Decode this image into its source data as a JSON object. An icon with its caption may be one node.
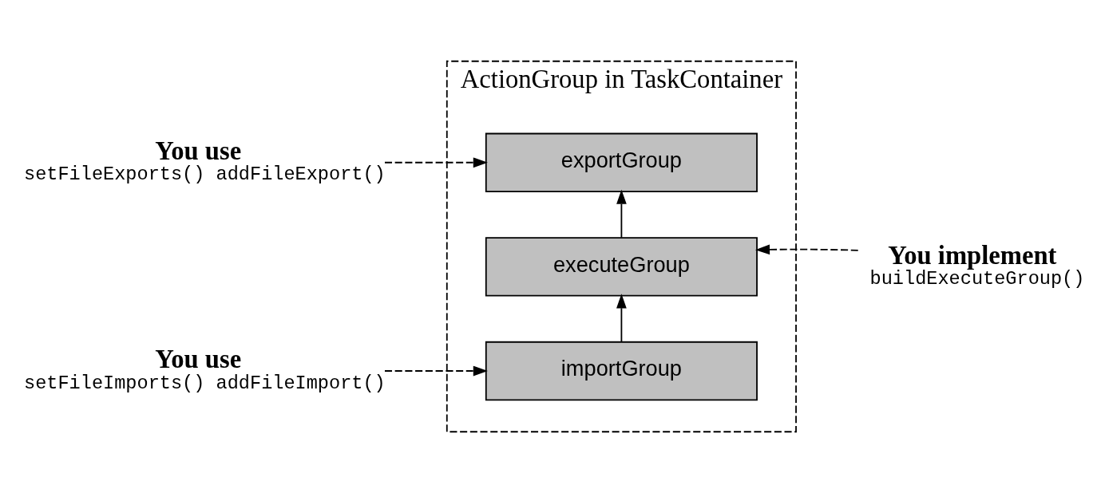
{
  "diagram": {
    "nodes": [
      {
        "text": [
          "ActionGroup in TaskContainer"
        ]
      },
      {
        "text": [
          "importGroup"
        ],
        "in": 0
      },
      {
        "text": [
          "executeGroup"
        ],
        "in": 0
      },
      {
        "text": [
          "exportGroup"
        ],
        "in": 0
      },
      {
        "text": [
          "You use",
          "setFileImports() addFileImport()"
        ]
      },
      {
        "text": [
          "You implement",
          "buildExecuteGroup()"
        ]
      },
      {
        "text": [
          "You use",
          "setFileExports() addFileExport()"
        ]
      }
    ],
    "edges": [
      {
        "from": 4,
        "to": 1,
        "arrow": "to",
        "style": "dashed"
      },
      {
        "from": 1,
        "to": 2,
        "arrow": "to"
      },
      {
        "from": 5,
        "to": 2,
        "arrow": "to",
        "style": "dashed"
      },
      {
        "from": 2,
        "to": 3,
        "arrow": "to"
      },
      {
        "from": 6,
        "to": 3,
        "arrow": "to",
        "style": "dashed"
      }
    ]
  }
}
